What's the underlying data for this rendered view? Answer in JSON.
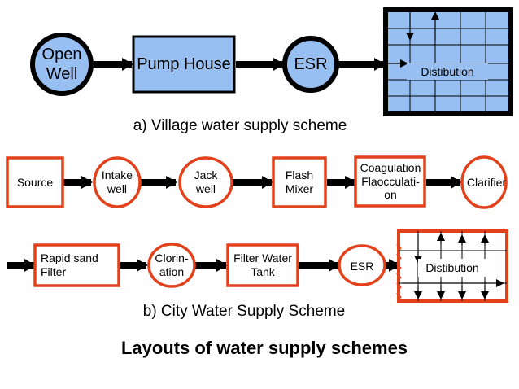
{
  "colors": {
    "village_fill": "#98bff2",
    "village_stroke": "#000000",
    "city_stroke": "#e2411b",
    "arrow": "#000000"
  },
  "village": {
    "open_well": "Open\nWell",
    "pump_house": "Pump House",
    "esr": "ESR",
    "distribution": "Distibution",
    "caption": "a) Village water supply scheme"
  },
  "city": {
    "source": "Source",
    "intake_well": "Intake\nwell",
    "jack_well": "Jack\nwell",
    "flash_mixer": "Flash\nMixer",
    "coagulation": "Coagulation\nFlaocculati-\non",
    "clarifier": "Clarifier",
    "rapid_sand_filter": "Rapid sand\nFilter",
    "chlorination": "Clorin-\nation",
    "filter_water_tank": "Filter Water\nTank",
    "esr": "ESR",
    "distribution": "Distibution",
    "caption": "b) City Water Supply Scheme"
  },
  "title": "Layouts of water supply schemes"
}
